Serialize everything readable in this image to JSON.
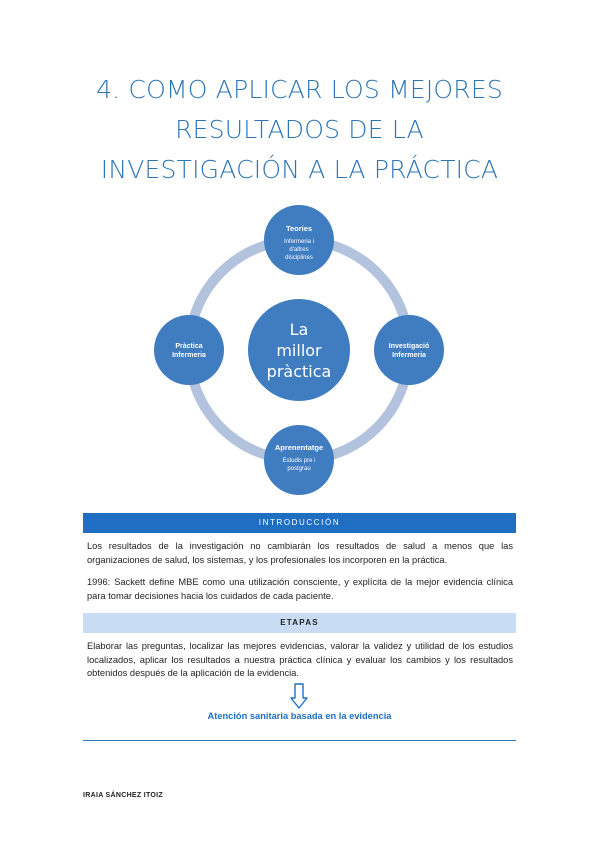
{
  "title": {
    "line1": "4. COMO APLICAR LOS MEJORES",
    "line2": "RESULTADOS DE LA",
    "line3": "INVESTIGACIÓN A LA PRÁCTICA"
  },
  "diagram": {
    "center": {
      "line1": "La",
      "line2": "millor",
      "line3": "pràctica"
    },
    "top": {
      "title": "Teories",
      "sub1": "Infermeria i",
      "sub2": "d'altres",
      "sub3": "disciplines"
    },
    "right": {
      "line1": "Investigació",
      "line2": "Infermeria"
    },
    "bottom": {
      "title": "Aprenentatge",
      "sub1": "Estudis pre i",
      "sub2": "postgrau"
    },
    "left": {
      "line1": "Pràctica",
      "line2": "Infermeria"
    },
    "colors": {
      "node": "#3f7cc0",
      "ring": "#b4c3dd"
    }
  },
  "intro": {
    "heading": "INTRODUCCIÓN",
    "p1": "Los resultados de la investigación no cambiarán los resultados de salud a menos que las organizaciones de salud, los sistemas, y los profesionales los incorporen en la práctica.",
    "p2": "1996: Sackett define MBE como una utilización consciente, y explícita de la mejor evidencia clínica para tomar decisiones hacia los cuidados de cada paciente."
  },
  "etapas": {
    "heading": "ETAPAS",
    "p1": "Elaborar las preguntas, localizar las mejores evidencias, valorar la validez y utilidad de los estudios localizados, aplicar los resultados a nuestra práctica clínica y evaluar los cambios y los resultados obtenidos después de la aplicación de la evidencia."
  },
  "conclusion": "Atención sanitaria basada en la evidencia",
  "footer": "IRAIA SÁNCHEZ ITOIZ"
}
